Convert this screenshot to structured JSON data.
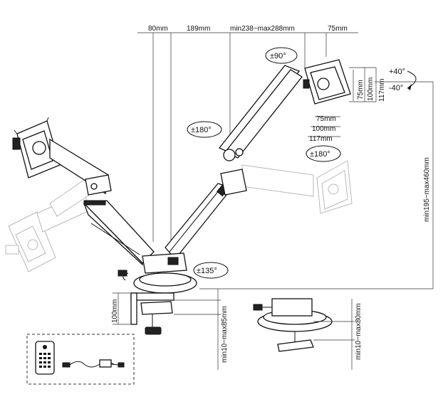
{
  "dimensions": {
    "d80": "80mm",
    "d189": "189mm",
    "dminmax_arm": "min238~max288mm",
    "d75_top": "75mm",
    "d75_v": "75mm",
    "d100_v": "100mm",
    "d117_v": "117mm",
    "d75_h": "75mm",
    "d100_h": "100mm",
    "d117_h": "117mm",
    "height_range": "min195~max460mm",
    "clamp_height": "100mm",
    "clamp_range": "min10~max85mm",
    "grommet_range": "min10~max80mm"
  },
  "rotations": {
    "tilt_up": "+40°",
    "tilt_down": "-40°",
    "rotate_90": "±90°",
    "rotate_180_left": "±180°",
    "rotate_180_right": "±180°",
    "rotate_135": "±135°"
  },
  "icons": [
    "monitor-vesa-plate-icon",
    "remote-control-icon",
    "usb-cable-icon",
    "desk-clamp-icon",
    "grommet-mount-icon"
  ]
}
